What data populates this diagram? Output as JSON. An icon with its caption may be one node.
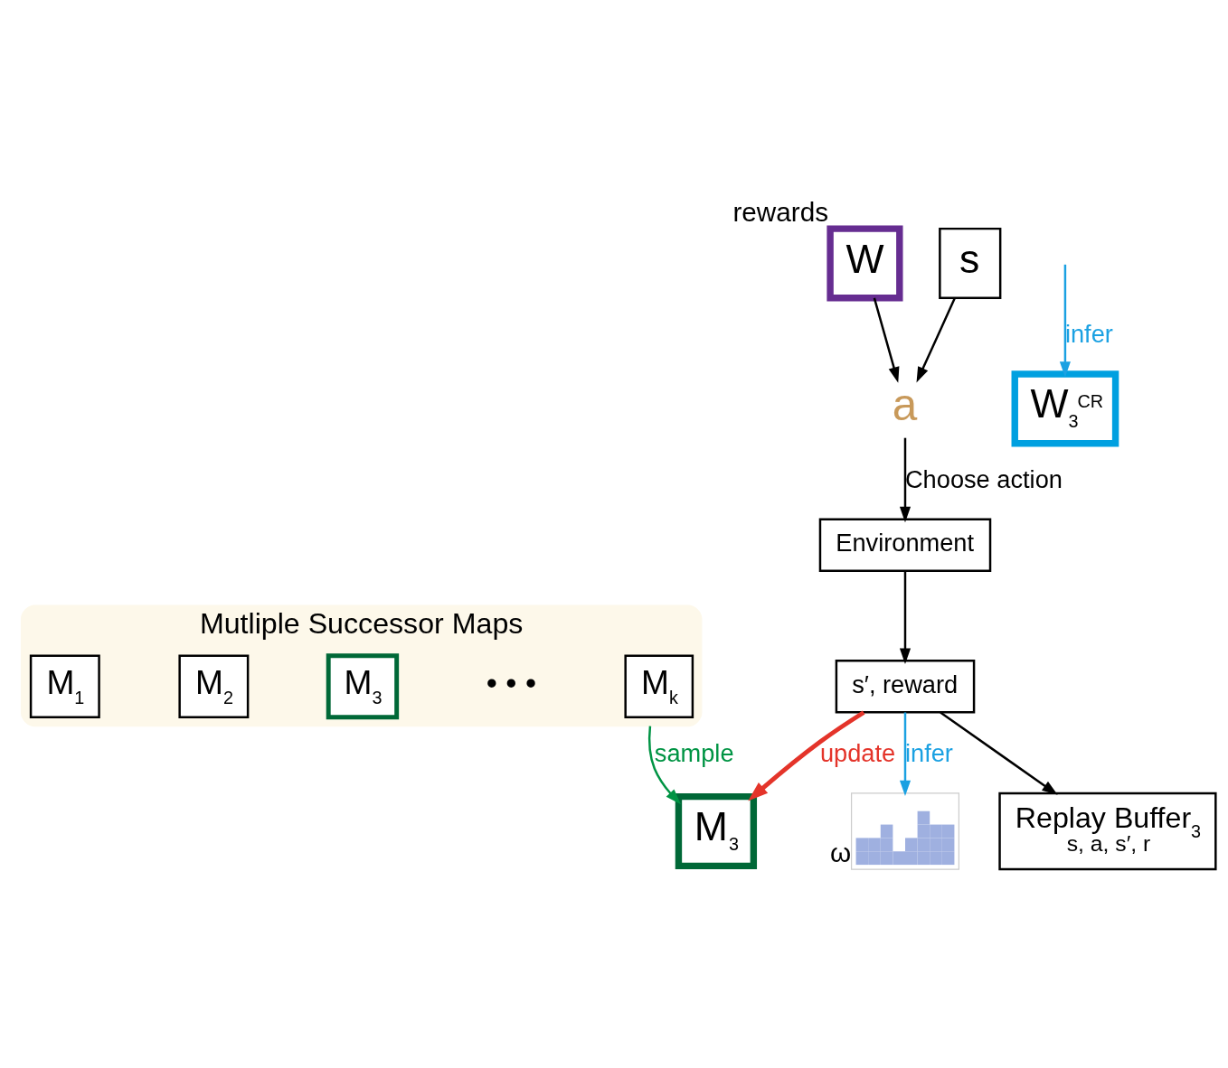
{
  "diagram": {
    "nodes": [
      {
        "text": [
          "Mutliple Successor Maps"
        ]
      },
      {
        "text": [
          "M$_{1}$"
        ],
        "in": 0
      },
      {
        "text": [
          "M$_{2}$"
        ],
        "in": 0
      },
      {
        "text": [
          "M$_{3}$"
        ],
        "in": 0
      },
      {
        "text": [
          "M$_{k}$"
        ],
        "in": 0
      },
      {
        "text": [],
        "shape": "picture",
        "beside": [
          "ω"
        ]
      },
      {
        "text": [
          "M$_{3}$"
        ]
      },
      {
        "text": [
          "W"
        ],
        "beside": [
          "rewards"
        ]
      },
      {
        "text": [
          "s"
        ]
      },
      {
        "text": [
          "a"
        ]
      },
      {
        "text": [
          "W$_{3}$$^{CR}$"
        ]
      },
      {
        "text": [
          "Environment"
        ]
      },
      {
        "text": [
          "s′, reward"
        ]
      },
      {
        "text": [
          "Replay Buffer$_{3}$",
          "s, a, s′, r"
        ]
      }
    ],
    "edges": [
      {
        "from": 0,
        "to": 6,
        "arrow": "to",
        "label": "sample",
        "color": "#009444"
      },
      {
        "from": 8,
        "to": 9,
        "arrow": "to"
      },
      {
        "from": 7,
        "to": 9,
        "arrow": "to"
      },
      {
        "from": 9,
        "to": 11,
        "arrow": "to",
        "label": "Choose action"
      },
      {
        "from": 11,
        "to": 12,
        "arrow": "to"
      },
      {
        "from": 12,
        "to": 13,
        "arrow": "to"
      },
      {
        "from": 12,
        "to": 6,
        "arrow": "to",
        "label": "update",
        "color": "#e4342a",
        "style": "thick"
      },
      {
        "from": 12,
        "to": 5,
        "arrow": "to",
        "label": "infer",
        "color": "#1ba1e2"
      },
      {
        "from": null,
        "to": 10,
        "arrow": "to",
        "label": "infer",
        "color": "#1ba1e2"
      }
    ],
    "labels": [
      "• • •"
    ]
  }
}
